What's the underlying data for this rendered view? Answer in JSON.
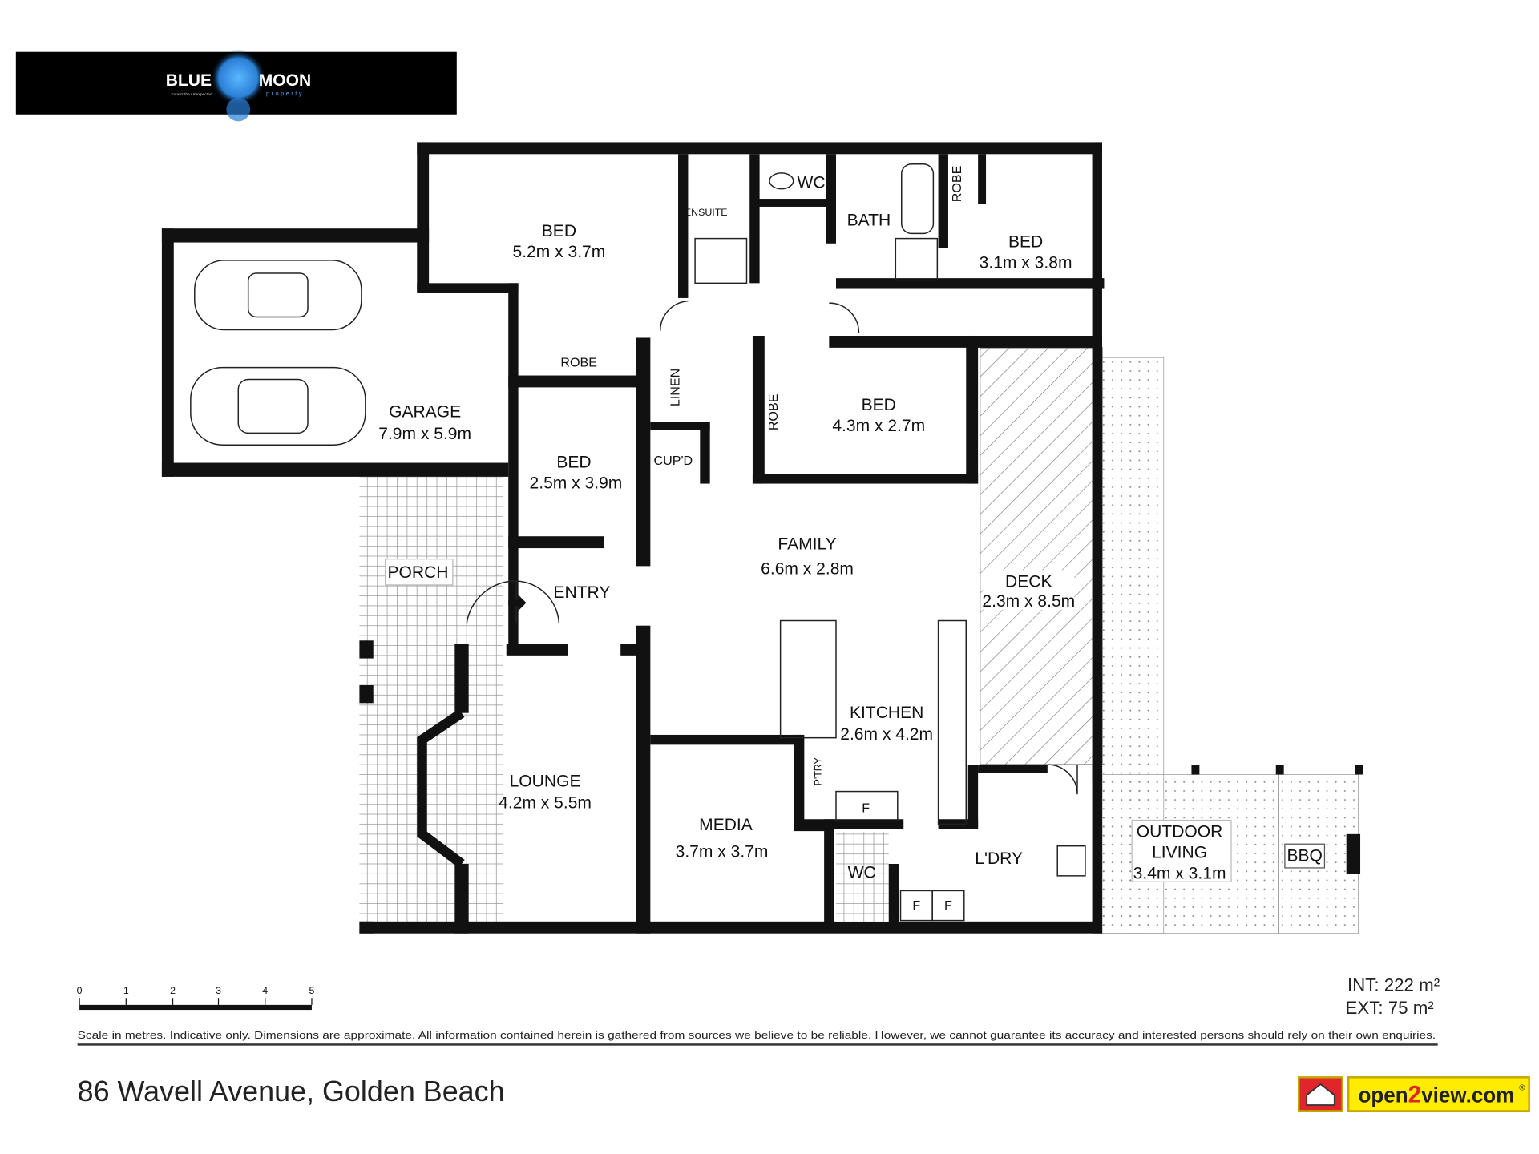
{
  "logo": {
    "brand_left": "BLUE",
    "brand_right": "MOON",
    "tagline": "Expect the Unexpected",
    "sub": "property"
  },
  "rooms": {
    "bed1": {
      "name": "BED",
      "dims": "5.2m x 3.7m"
    },
    "bed2": {
      "name": "BED",
      "dims": "3.1m x 3.8m"
    },
    "garage": {
      "name": "GARAGE",
      "dims": "7.9m x 5.9m"
    },
    "bed3": {
      "name": "BED",
      "dims": "4.3m x 2.7m"
    },
    "bed4": {
      "name": "BED",
      "dims": "2.5m x 3.9m"
    },
    "family": {
      "name": "FAMILY",
      "dims": "6.6m x 2.8m"
    },
    "deck": {
      "name": "DECK",
      "dims": "2.3m x 8.5m"
    },
    "kitchen": {
      "name": "KITCHEN",
      "dims": "2.6m x 4.2m"
    },
    "lounge": {
      "name": "LOUNGE",
      "dims": "4.2m x 5.5m"
    },
    "media": {
      "name": "MEDIA",
      "dims": "3.7m x 3.7m"
    },
    "outdoor": {
      "name1": "OUTDOOR",
      "name2": "LIVING",
      "dims": "3.4m x 3.1m"
    }
  },
  "labels": {
    "ensuite": "ENSUITE",
    "wc_top": "WC",
    "bath": "BATH",
    "robe_top": "ROBE",
    "robe_mid": "ROBE",
    "robe_bed3": "ROBE",
    "linen": "LINEN",
    "cupd": "CUP'D",
    "porch": "PORCH",
    "entry": "ENTRY",
    "pantry": "P'TRY",
    "fridge": "F",
    "f_ldry1": "F",
    "f_ldry2": "F",
    "wc_bottom": "WC",
    "ldry": "L'DRY",
    "bbq": "BBQ"
  },
  "scale": {
    "ticks": [
      "0",
      "1",
      "2",
      "3",
      "4",
      "5"
    ]
  },
  "area": {
    "int": "INT: 222 m²",
    "ext": "EXT: 75 m²"
  },
  "disclaimer": "Scale in metres. Indicative only. Dimensions are approximate. All information contained herein is gathered from sources we believe to be reliable. However, we cannot guarantee its accuracy and interested persons should rely on their own enquiries.",
  "address": "86 Wavell Avenue, Golden Beach",
  "open2view": {
    "a": "open",
    "two": "2",
    "b": "view.com",
    "reg": "®"
  }
}
